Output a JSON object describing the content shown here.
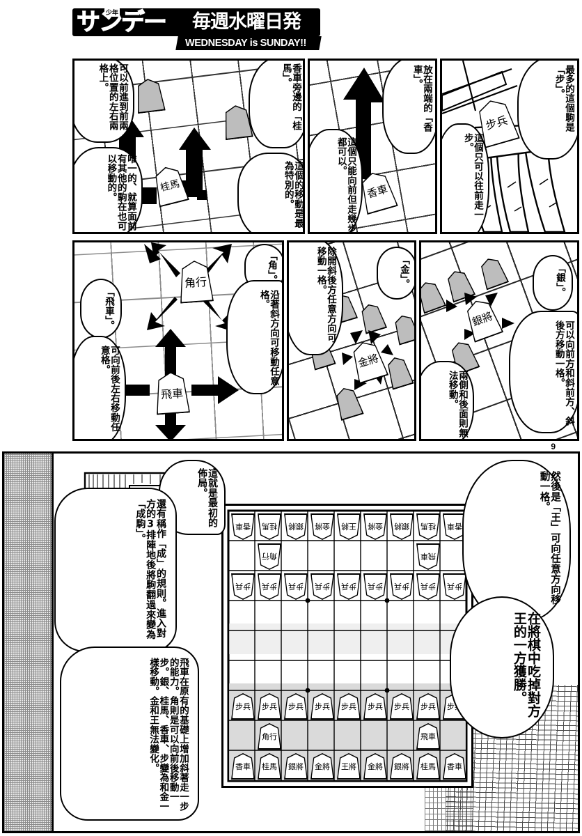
{
  "page": {
    "number": "9",
    "masthead": {
      "kana": "サンデー",
      "small_top": "少年",
      "jp": "毎週水曜日発売!!",
      "en": "WEDNESDAY is SUNDAY!!"
    }
  },
  "panels": [
    {
      "id": "keima",
      "name": "panel-keima",
      "bubbles": [
        {
          "id": "keima-title",
          "text": "香車旁邊的「桂馬」。"
        },
        {
          "id": "keima-special",
          "text": "這個的移動是最為特別的。"
        },
        {
          "id": "keima-move",
          "text": "可以前進到前兩格位置的左右兩格上。"
        },
        {
          "id": "keima-jump",
          "text": "唯一的、就算面前有其他的駒在也可以移動的。"
        }
      ],
      "pieces": [
        {
          "label": "桂馬",
          "style": "white"
        },
        {
          "label": "",
          "style": "gray"
        },
        {
          "label": "",
          "style": "gray"
        }
      ],
      "arrows": "two L-shaped knight jump arrows"
    },
    {
      "id": "kyosha",
      "name": "panel-kyosha",
      "bubbles": [
        {
          "id": "kyosha-title",
          "text": "放在兩端的「香車」。"
        },
        {
          "id": "kyosha-move",
          "text": "這個只能向前但走幾步都可以。"
        }
      ],
      "pieces": [
        {
          "label": "香車",
          "style": "white"
        }
      ],
      "arrows": "one long straight forward arrow"
    },
    {
      "id": "fu",
      "name": "panel-fu",
      "bubbles": [
        {
          "id": "fu-title",
          "text": "最多的這個駒是「步」。"
        },
        {
          "id": "fu-move",
          "text": "這個只可以往前走一步。"
        }
      ],
      "pieces": [
        {
          "label": "步兵",
          "style": "white"
        }
      ],
      "arrows": "none"
    },
    {
      "id": "hisha-kaku",
      "name": "panel-hisha-kaku",
      "bubbles": [
        {
          "id": "kaku-title",
          "text": "「角」。"
        },
        {
          "id": "kaku-move",
          "text": "沿著斜方向可移動任意格。"
        },
        {
          "id": "hisha-title",
          "text": "「飛車」。"
        },
        {
          "id": "hisha-move",
          "text": "可向前後左右移動任意格。"
        }
      ],
      "pieces": [
        {
          "label": "角行",
          "style": "white"
        },
        {
          "label": "飛車",
          "style": "white"
        }
      ],
      "arrows": "four diagonal arrows for kaku, four orthogonal arrows for hisha"
    },
    {
      "id": "kin",
      "name": "panel-kin",
      "bubbles": [
        {
          "id": "kin-title",
          "text": "「金」。"
        },
        {
          "id": "kin-move",
          "text": "除開斜後方任意方向可移動一格。"
        }
      ],
      "pieces": [
        {
          "label": "金將",
          "style": "white"
        }
      ],
      "arrows": "six short triangular arrows around the gold general"
    },
    {
      "id": "gin",
      "name": "panel-gin",
      "bubbles": [
        {
          "id": "gin-title",
          "text": "「銀」。"
        },
        {
          "id": "gin-move",
          "text": "可以向前方和斜前方、斜後方移動一格。"
        },
        {
          "id": "gin-no",
          "text": "兩側和後面則無法移動。"
        }
      ],
      "pieces": [
        {
          "label": "銀將",
          "style": "white"
        }
      ],
      "arrows": "five short triangular arrows around the silver general"
    },
    {
      "id": "setup",
      "name": "panel-initial-setup",
      "bubbles": [
        {
          "id": "setup-intro",
          "text": "這就是最初的佈局。"
        },
        {
          "id": "setup-promo",
          "text": "還有稱作「成」的規則。進入對方的3排陣地後將駒翻過來變為「成駒」。"
        },
        {
          "id": "setup-detail",
          "text": "飛車在原有的基礎上增加斜著走一步的能力。角則是可以向前後移動一步。銀、桂馬、香車、步變為和金一樣移動。金和王無法變化。"
        },
        {
          "id": "ou-move",
          "text": "然後是「王」可向任意方向移動一格。"
        },
        {
          "id": "win-rule",
          "text": "在將棋中吃掉對方王的一方獲勝。",
          "bold": true
        }
      ]
    }
  ],
  "board": {
    "name": "shogi-initial-position",
    "columns": 9,
    "rows": 9,
    "opponent_back_rank": [
      "香車",
      "桂馬",
      "銀將",
      "金將",
      "王將",
      "金將",
      "銀將",
      "桂馬",
      "香車"
    ],
    "opponent_second_rank": [
      "",
      "角行",
      "",
      "",
      "",
      "",
      "",
      "飛車",
      ""
    ],
    "opponent_pawns": [
      "步兵",
      "步兵",
      "步兵",
      "步兵",
      "步兵",
      "步兵",
      "步兵",
      "步兵",
      "步兵"
    ],
    "player_pawns": [
      "步兵",
      "步兵",
      "步兵",
      "步兵",
      "步兵",
      "步兵",
      "步兵",
      "步兵",
      "步兵"
    ],
    "player_second_rank": [
      "",
      "角行",
      "",
      "",
      "",
      "",
      "",
      "飛車",
      ""
    ],
    "player_back_rank": [
      "香車",
      "桂馬",
      "銀將",
      "金將",
      "王將",
      "金將",
      "銀將",
      "桂馬",
      "香車"
    ]
  },
  "colors": {
    "ink": "#000000",
    "paper": "#ffffff",
    "piece_gray": "#bdbdbd",
    "board_shade": "#d4d4d4",
    "halftone": "#e8e8e8"
  }
}
